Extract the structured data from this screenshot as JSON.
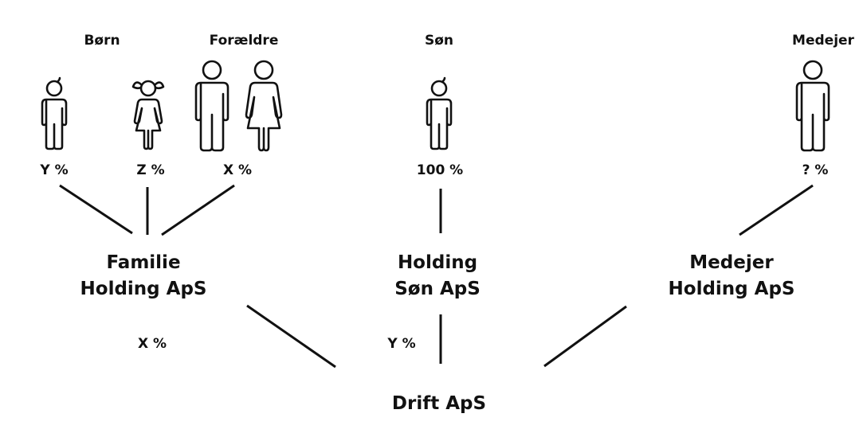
{
  "groups": {
    "children": "Børn",
    "parents": "Forældre",
    "son": "Søn",
    "coowner": "Medejer"
  },
  "shares": {
    "child_boy": "Y %",
    "child_girl": "Z %",
    "parents": "X %",
    "son": "100 %",
    "coowner": "? %"
  },
  "companies": {
    "family": [
      "Familie",
      "Holding ApS"
    ],
    "son": [
      "Holding",
      "Søn ApS"
    ],
    "coowner": [
      "Medejer",
      "Holding ApS"
    ],
    "operating": "Drift ApS"
  },
  "holding_shares": {
    "family": "X %",
    "son": "Y %"
  }
}
